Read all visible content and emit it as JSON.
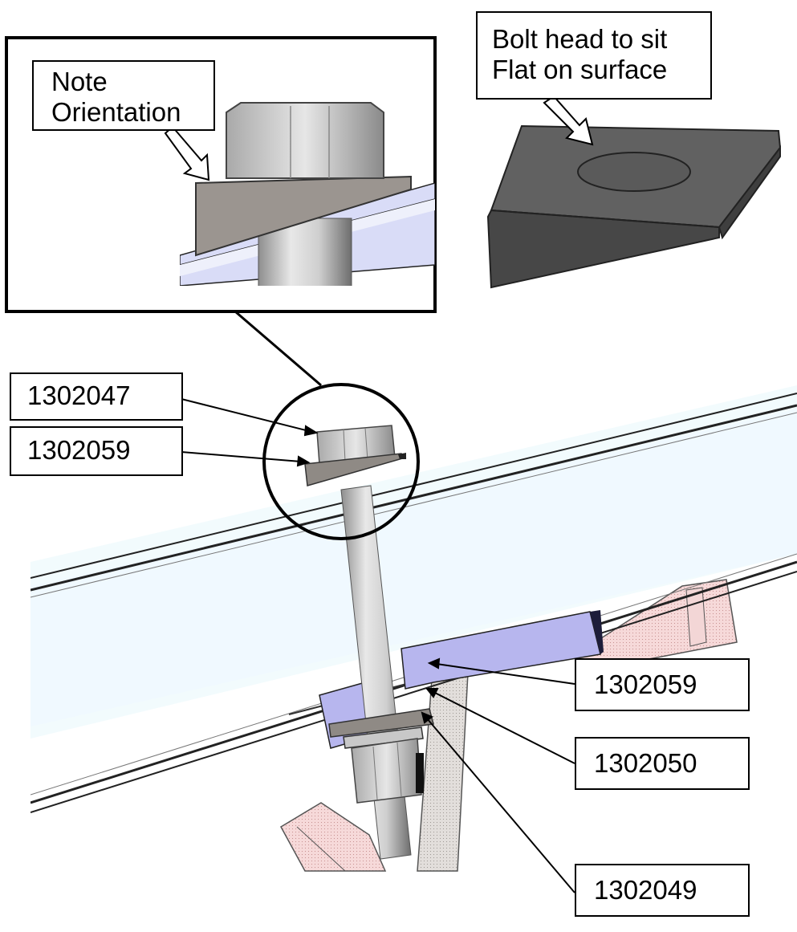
{
  "notes": {
    "orientation": {
      "line1": "Note",
      "line2": "Orientation"
    },
    "bolt_head": {
      "line1": "Bolt head to sit",
      "line2": "Flat on surface"
    }
  },
  "part_labels": {
    "upper_bolt": "1302047",
    "upper_washer": "1302059",
    "lower_washer": "1302059",
    "lower_nut": "1302050",
    "lower_locknut": "1302049"
  },
  "colors": {
    "beam_fill": "#f2fbfd",
    "beam_edge": "#1a1a1a",
    "bolt_steel": "#bdbdbd",
    "washer_grey": "#8f8a85",
    "bracket_blue": "#b7b6ee",
    "bracket_pink": "#f1c8c8",
    "hatch_grey": "#d6d2ce",
    "wedge_dark": "#5a5a5a"
  }
}
